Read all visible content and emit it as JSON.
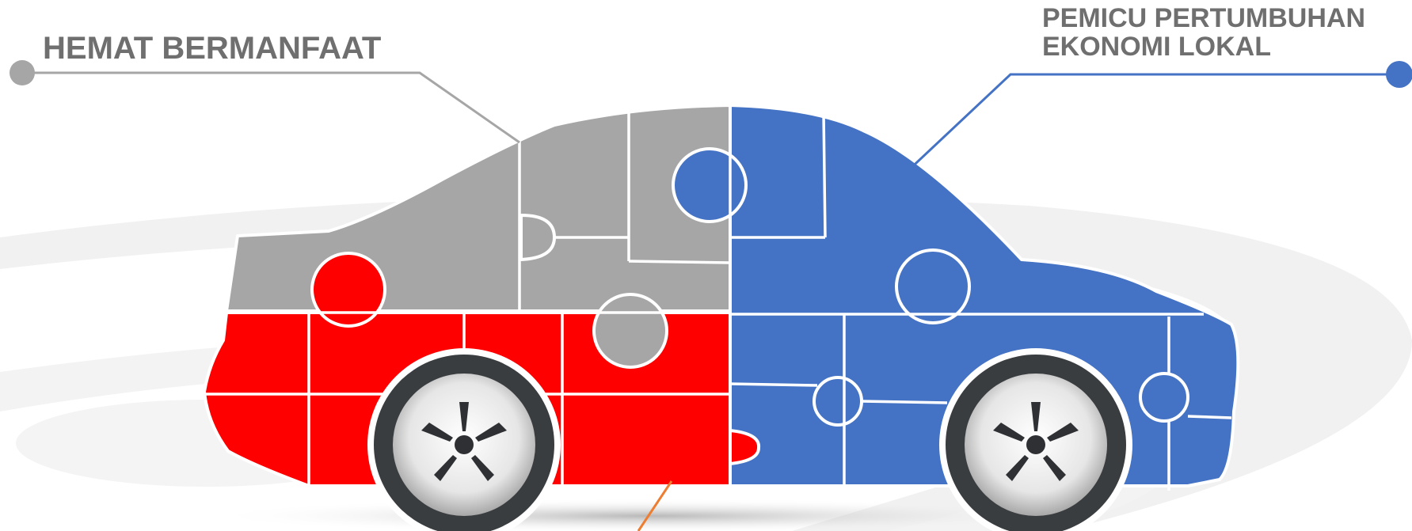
{
  "callouts": {
    "left": {
      "text": "HEMAT BERMANFAAT",
      "color": "#a6a6a6"
    },
    "right": {
      "line1": "PEMICU PERTUMBUHAN",
      "line2": "EKONOMI LOKAL",
      "color": "#4472c4"
    },
    "bottom": {
      "color": "#ed7d31"
    }
  },
  "colors": {
    "gray_piece": "#a6a6a6",
    "red_piece": "#ff0000",
    "blue_piece": "#4472c4",
    "text": "#6f6f6f",
    "swirl": "#f0f0f0",
    "tire": "#3a3d40",
    "hub": "#d9d9d9"
  },
  "icons": {
    "front_wheel": "wheel-icon",
    "rear_wheel": "wheel-icon"
  }
}
